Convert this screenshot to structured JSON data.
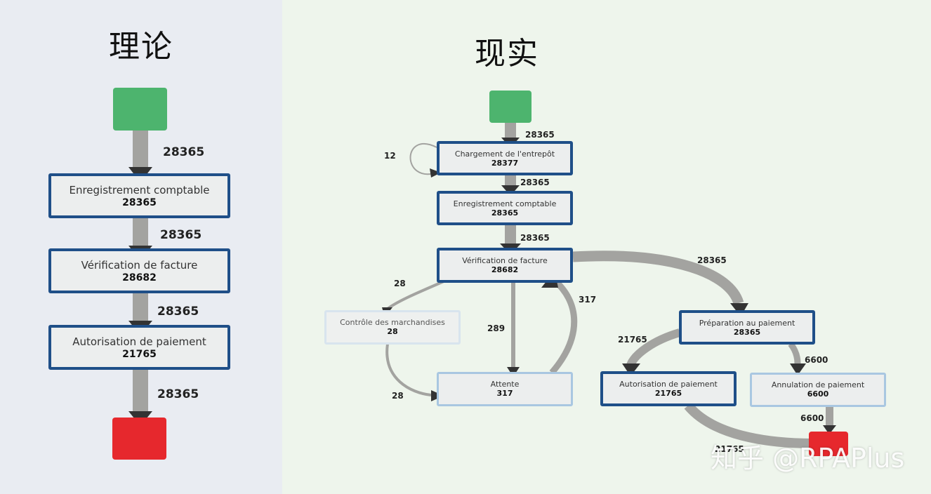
{
  "left": {
    "title": "理论",
    "nodes": {
      "enregistrement": {
        "name": "Enregistrement comptable",
        "count": "28365"
      },
      "verification": {
        "name": "Vérification de facture",
        "count": "28682"
      },
      "autorisation": {
        "name": "Autorisation de paiement",
        "count": "21765"
      }
    },
    "edges": {
      "start_to_enreg": "28365",
      "enreg_to_verif": "28365",
      "verif_to_autor": "28365",
      "autor_to_end": "28365"
    }
  },
  "right": {
    "title": "现实",
    "nodes": {
      "chargement": {
        "name": "Chargement de l'entrepôt",
        "count": "28377"
      },
      "enregistrement": {
        "name": "Enregistrement comptable",
        "count": "28365"
      },
      "verification": {
        "name": "Vérification de facture",
        "count": "28682"
      },
      "controle": {
        "name": "Contrôle des marchandises",
        "count": "28"
      },
      "attente": {
        "name": "Attente",
        "count": "317"
      },
      "preparation": {
        "name": "Préparation au paiement",
        "count": "28365"
      },
      "autorisation": {
        "name": "Autorisation de paiement",
        "count": "21765"
      },
      "annulation": {
        "name": "Annulation de paiement",
        "count": "6600"
      }
    },
    "edges": {
      "start_to_charg": "28365",
      "charg_loop": "12",
      "charg_to_enreg": "28365",
      "enreg_to_verif": "28365",
      "verif_to_prep": "28365",
      "verif_to_controle": "28",
      "verif_to_attente": "289",
      "attente_to_verif": "317",
      "controle_to_attente": "28",
      "prep_to_autor": "21765",
      "prep_to_annul": "6600",
      "annul_to_end": "6600",
      "autor_to_end": "21765"
    }
  },
  "watermark": "知乎 @RPAPlus",
  "colors": {
    "start": "#4db46e",
    "end": "#e6282d",
    "box_border": "#1f4f88",
    "edge": "#a3a3a0",
    "arrow": "#333333"
  }
}
